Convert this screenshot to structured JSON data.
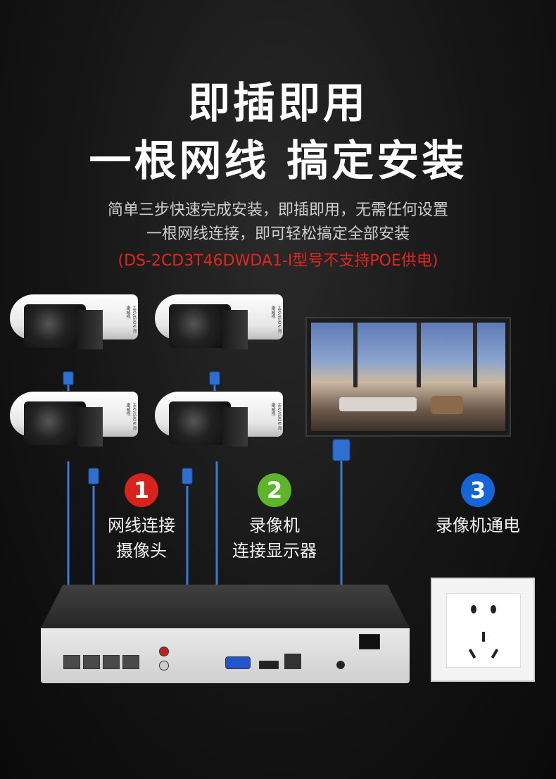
{
  "header": {
    "title_line1": "即插即用",
    "title_line2": "一根网线 搞定安装",
    "subtitle_line1": "简单三步快速完成安装，即插即用，无需任何设置",
    "subtitle_line2": "一根网线连接，即可轻松搞定全部安装",
    "note": "(DS-2CD3T46DWDA1-I型号不支持POE供电)"
  },
  "steps": [
    {
      "number": "1",
      "label_line1": "网线连接",
      "label_line2": "摄像头",
      "color": "#d6231c"
    },
    {
      "number": "2",
      "label_line1": "录像机",
      "label_line2": "连接显示器",
      "color": "#5fb52a"
    },
    {
      "number": "3",
      "label_line1": "录像机通电",
      "label_line2": "",
      "color": "#1565d8"
    }
  ],
  "cameras": {
    "brand_text": "HIKVISION 海康威视"
  },
  "colors": {
    "accent_red": "#e0261d",
    "cable_blue": "#3a7bd5"
  }
}
